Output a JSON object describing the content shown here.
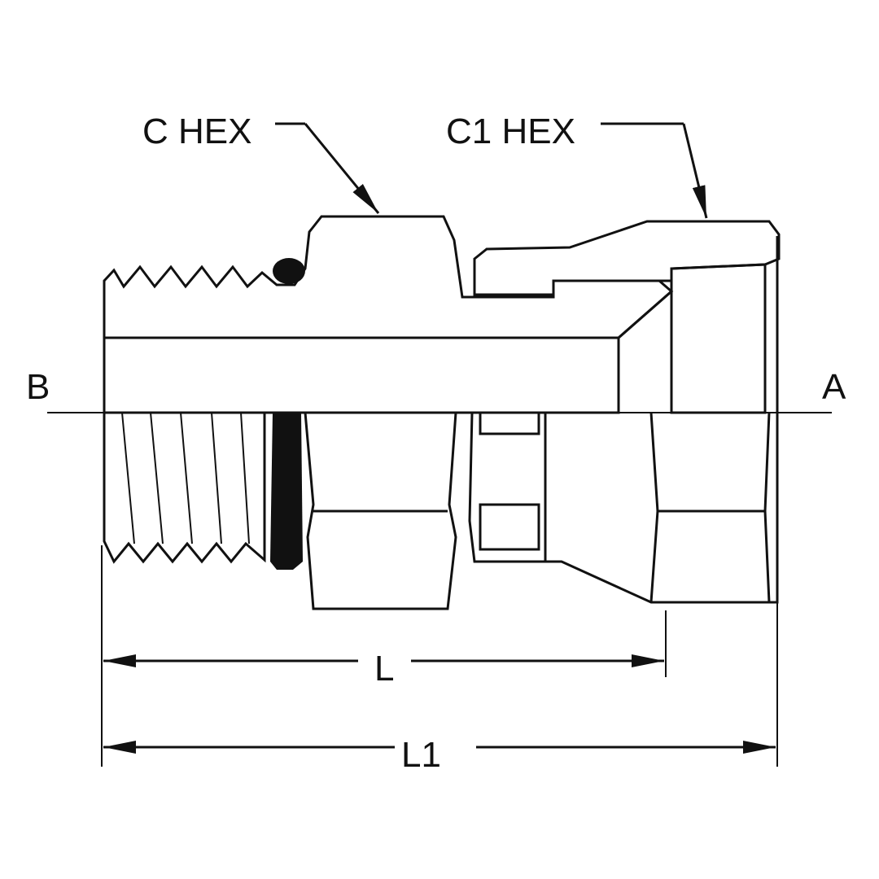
{
  "title": "Adapter fitting cross-section drawing",
  "labels": {
    "c_hex": "C HEX",
    "c1_hex": "C1 HEX",
    "end_b": "B",
    "end_a": "A",
    "length_l": "L",
    "length_l1": "L1"
  },
  "colors": {
    "line": "#111111",
    "background": "#ffffff",
    "oring": "#111111"
  }
}
